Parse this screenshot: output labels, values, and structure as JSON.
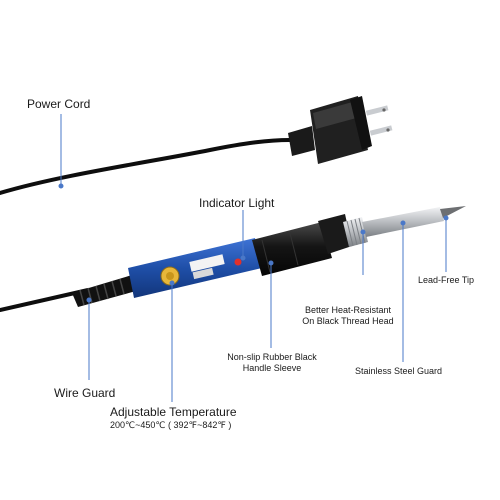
{
  "labels": {
    "power_cord": "Power Cord",
    "indicator_light": "Indicator Light",
    "lead_free_tip": "Lead-Free Tip",
    "heat_resistant_line1": "Better Heat-Resistant",
    "heat_resistant_line2": "On Black Thread Head",
    "handle_line1": "Non-slip Rubber Black",
    "handle_line2": "Handle Sleeve",
    "steel_guard": "Stainless Steel Guard",
    "wire_guard": "Wire Guard",
    "adjustable_temperature": "Adjustable Temperature",
    "temperature_range": "200℃~450℃ ( 392℉~842℉ )"
  },
  "colors": {
    "callout_line": "#4a78c8",
    "handle_blue": "#1f4fa8",
    "rubber_black": "#151515",
    "cord_black": "#0e0e0e",
    "steel": "#b9bcc0",
    "indicator_red": "#e0302a"
  }
}
